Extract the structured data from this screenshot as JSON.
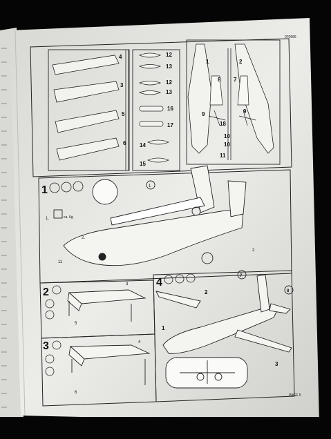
{
  "document": {
    "code": "070666",
    "page_label": "PAGE 5"
  },
  "sprue": {
    "part_numbers": [
      "4",
      "3",
      "5",
      "6",
      "12",
      "13",
      "12",
      "13",
      "16",
      "17",
      "14",
      "15",
      "1",
      "2",
      "8",
      "7",
      "9",
      "9",
      "18",
      "10",
      "10",
      "11"
    ]
  },
  "steps": [
    {
      "number": "1",
      "callouts": [
        "1",
        "2",
        "11"
      ],
      "notes": [
        "1.",
        "ca. 6g",
        "2."
      ]
    },
    {
      "number": "2",
      "callouts": [
        "3",
        "5"
      ]
    },
    {
      "number": "3",
      "callouts": [
        "4",
        "6"
      ]
    },
    {
      "number": "4",
      "callouts": [
        "7",
        "8",
        "2",
        "1",
        "3"
      ]
    }
  ],
  "colors": {
    "paper": "#e9e9e6",
    "background": "#050505",
    "line": "#222222"
  }
}
